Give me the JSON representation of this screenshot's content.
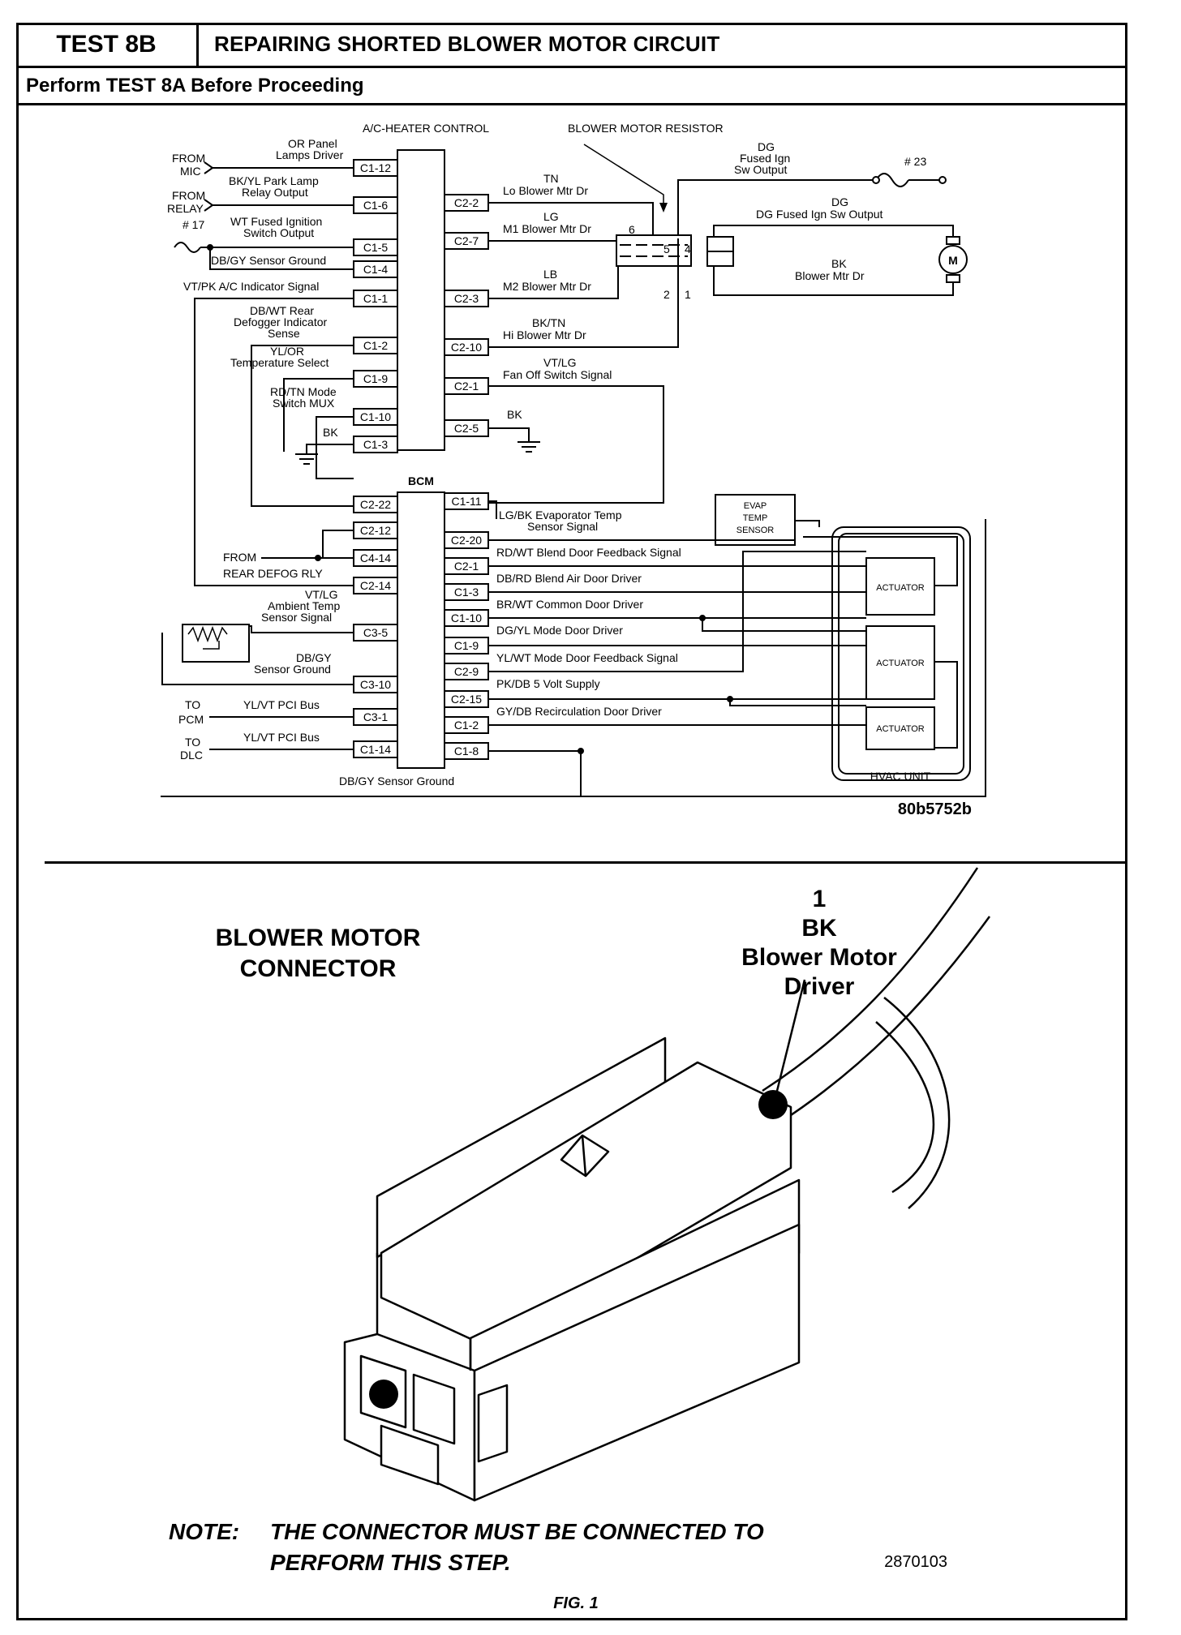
{
  "header": {
    "test_id": "TEST 8B",
    "title": "REPAIRING SHORTED BLOWER MOTOR CIRCUIT",
    "prerequisite": "Perform TEST 8A Before Proceeding"
  },
  "diagram": {
    "code": "80b5752b",
    "ac_heater_control": "A/C-HEATER CONTROL",
    "bcm": "BCM",
    "blower_motor_resistor": "BLOWER MOTOR RESISTOR",
    "evap_temp_sensor": "EVAP TEMP SENSOR",
    "hvac_unit": "HVAC UNIT",
    "actuator": "ACTUATOR",
    "motor": "M",
    "fuse_17": "# 17",
    "fuse_23": "# 23",
    "from_mic": "FROM MIC",
    "from_relay": "FROM RELAY",
    "from_rear_defog": "FROM",
    "rear_defog_rly": "REAR DEFOG RLY",
    "to_pcm": "TO PCM",
    "to_dlc": "TO DLC",
    "left_signals": [
      {
        "pin": "C1-12",
        "label": "OR Panel Lamps Driver"
      },
      {
        "pin": "C1-6",
        "label": "BK/YL Park Lamp Relay Output"
      },
      {
        "pin": "C1-5",
        "label": "WT Fused Ignition Switch Output"
      },
      {
        "pin": "C1-4",
        "label": "DB/GY Sensor Ground"
      },
      {
        "pin": "C1-1",
        "label": "VT/PK A/C Indicator Signal"
      },
      {
        "pin": "C1-2",
        "label": "DB/WT Rear Defogger Indicator Sense"
      },
      {
        "pin": "C1-9",
        "label": "YL/OR Temperature Select"
      },
      {
        "pin": "C1-10",
        "label": "RD/TN Mode Switch MUX"
      },
      {
        "pin": "C1-3",
        "label": "BK"
      }
    ],
    "right_signals": [
      {
        "pin": "C2-2",
        "label": "TN Lo Blower Mtr Dr"
      },
      {
        "pin": "C2-7",
        "label": "LG M1 Blower Mtr Dr"
      },
      {
        "pin": "C2-3",
        "label": "LB M2 Blower Mtr Dr"
      },
      {
        "pin": "C2-10",
        "label": "BK/TN Hi Blower Mtr Dr"
      },
      {
        "pin": "C2-1",
        "label": "VT/LG Fan Off Switch Signal"
      },
      {
        "pin": "C2-5",
        "label": "BK"
      }
    ],
    "resistor_pins": [
      "5",
      "4",
      "2",
      "1",
      "6"
    ],
    "dg_fused_ign_sw_output": "DG Fused Ign Sw Output",
    "dg_fused_ign_sw_output_2": "DG Fused Ign Sw Output",
    "bk_blower_mtr_dr": "BK Blower Mtr Dr",
    "bcm_left": [
      {
        "pin": "C2-22",
        "label": ""
      },
      {
        "pin": "C2-12",
        "label": ""
      },
      {
        "pin": "C4-14",
        "label": ""
      },
      {
        "pin": "C2-14",
        "label": ""
      },
      {
        "pin": "C3-5",
        "label": "VT/LG Ambient Temp Sensor Signal"
      },
      {
        "pin": "C3-10",
        "label": "DB/GY Sensor Ground"
      },
      {
        "pin": "C3-1",
        "label": "YL/VT PCI Bus"
      },
      {
        "pin": "C1-14",
        "label": "YL/VT PCI Bus"
      }
    ],
    "bcm_right": [
      {
        "pin": "C1-11",
        "label": "LG/BK Evaporator Temp Sensor Signal"
      },
      {
        "pin": "C2-20",
        "label": "RD/WT Blend Door Feedback Signal"
      },
      {
        "pin": "C2-1",
        "label": "DB/RD Blend Air Door Driver"
      },
      {
        "pin": "C1-3",
        "label": "BR/WT Common Door Driver"
      },
      {
        "pin": "C1-10",
        "label": "DG/YL Mode Door Driver"
      },
      {
        "pin": "C1-9",
        "label": "YL/WT Mode Door Feedback Signal"
      },
      {
        "pin": "C2-9",
        "label": "PK/DB 5 Volt Supply"
      },
      {
        "pin": "C2-15",
        "label": "GY/DB Recirculation Door Driver"
      },
      {
        "pin": "C1-2",
        "label": ""
      },
      {
        "pin": "C1-8",
        "label": ""
      }
    ],
    "bottom_ground": "DB/GY Sensor Ground"
  },
  "figure": {
    "title_line1": "BLOWER MOTOR",
    "title_line2": "CONNECTOR",
    "callout_num": "1",
    "callout_wire": "BK",
    "callout_line3": "Blower Motor",
    "callout_line4": "Driver",
    "note_label": "NOTE:",
    "note_line1": "THE CONNECTOR MUST BE CONNECTED TO",
    "note_line2": "PERFORM THIS STEP.",
    "code": "2870103",
    "caption": "FIG. 1"
  }
}
